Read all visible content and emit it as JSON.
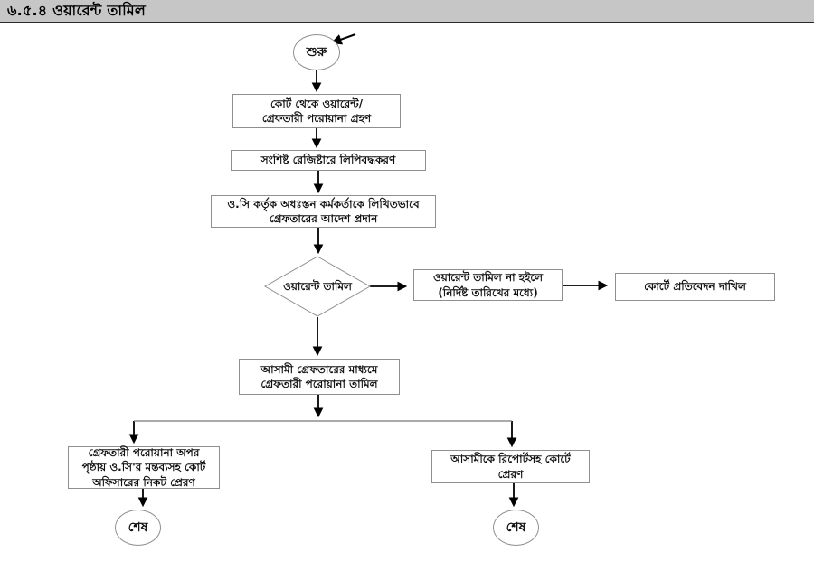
{
  "header": {
    "title": "৬.৫.৪ ওয়ারেন্ট তামিল"
  },
  "flowchart": {
    "start": {
      "label": "শুরু"
    },
    "nodes": {
      "receive": {
        "line1": "কোর্ট থেকে ওয়ারেন্ট/",
        "line2": "গ্রেফতারী পরোয়ানা গ্রহণ"
      },
      "register": {
        "line1": "সংশিষ্ট রেজিষ্টারে লিপিবদ্ধকরণ"
      },
      "order": {
        "line1": "ও.সি কর্তৃক অধঃস্তন কর্মকর্তাকে লিখিতভাবে",
        "line2": "গ্রেফতারের আদেশ প্রদান"
      },
      "decision": {
        "label": "ওয়ারেন্ট তামিল"
      },
      "not_executed": {
        "line1": "ওয়ারেন্ট তামিল না হইলে",
        "line2": "(নির্দিষ্ট তারিখের মধ্যে)"
      },
      "court_report": {
        "line1": "কোর্টে প্রতিবেদন দাখিল"
      },
      "arrest": {
        "line1": "আসামী গ্রেফতারের মাধ্যমে",
        "line2": "গ্রেফতারী পরোয়ানা তামিল"
      },
      "send_warrant": {
        "line1": "গ্রেফতারী পরোয়ানা অপর",
        "line2": "পৃষ্ঠায় ও.সি'র মন্তব্যসহ কোর্ট",
        "line3": "অফিসারের নিকট প্রেরণ"
      },
      "send_accused": {
        "line1": "আসামীকে রিপোর্টসহ কোর্টে",
        "line2": "প্রেরণ"
      }
    },
    "end_left": {
      "label": "শেষ"
    },
    "end_right": {
      "label": "শেষ"
    }
  },
  "colors": {
    "header_bg": "#c6c6c6",
    "box_border": "#8f8f8f",
    "arrow": "#000000",
    "branch_line": "#777777"
  }
}
